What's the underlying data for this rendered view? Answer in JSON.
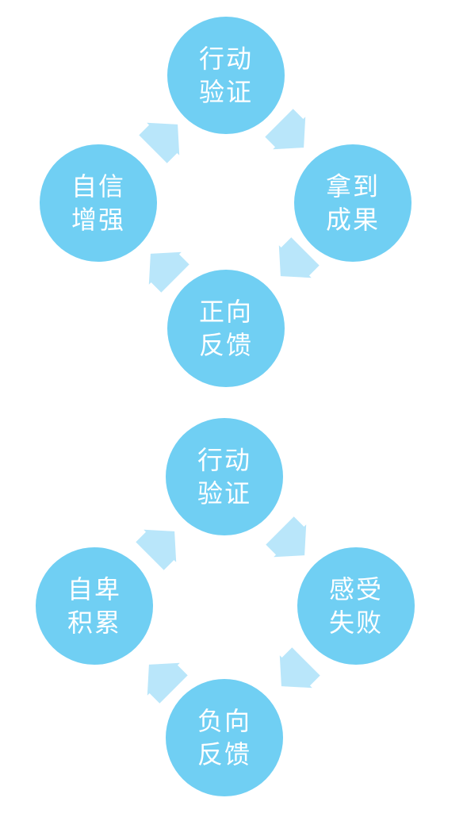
{
  "colors": {
    "node": "#70cff3",
    "arrow": "#b9e6fa",
    "text": "#ffffff"
  },
  "cycles": [
    {
      "nodes": {
        "top": {
          "line1": "行动",
          "line2": "验证"
        },
        "right": {
          "line1": "拿到",
          "line2": "成果"
        },
        "bottom": {
          "line1": "正向",
          "line2": "反馈"
        },
        "left": {
          "line1": "自信",
          "line2": "增强"
        }
      }
    },
    {
      "nodes": {
        "top": {
          "line1": "行动",
          "line2": "验证"
        },
        "right": {
          "line1": "感受",
          "line2": "失败"
        },
        "bottom": {
          "line1": "负向",
          "line2": "反馈"
        },
        "left": {
          "line1": "自卑",
          "line2": "积累"
        }
      }
    }
  ]
}
